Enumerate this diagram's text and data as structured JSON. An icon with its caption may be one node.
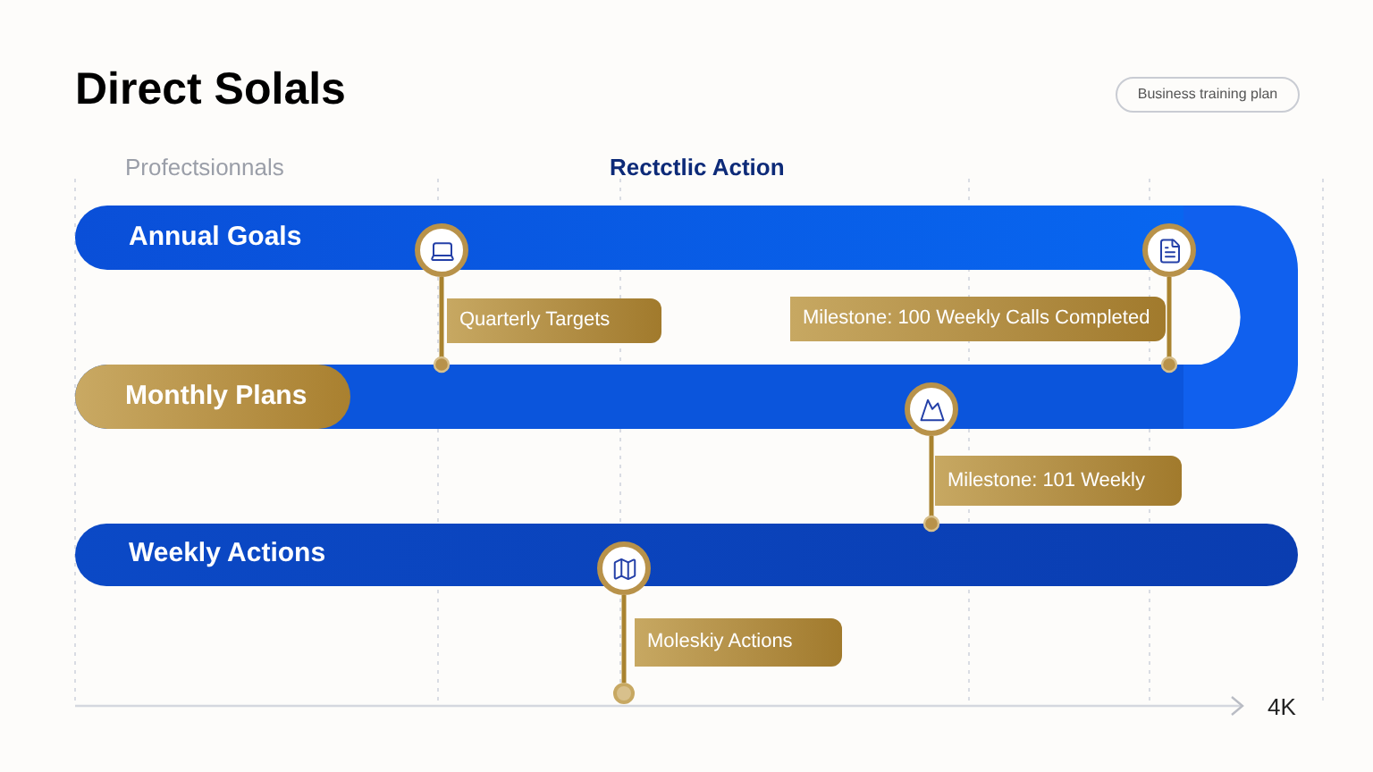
{
  "diagram": {
    "title": "Direct Solals",
    "nodes": [
      {
        "text": [
          "Annual Goals"
        ]
      },
      {
        "text": [
          "Quarterly Targets"
        ]
      },
      {
        "text": [
          "Milestone: 100 Weekly Calls Completed"
        ]
      },
      {
        "text": [
          "Monthly Plans"
        ]
      },
      {
        "text": [
          "Milestone: 101 Weekly"
        ]
      },
      {
        "text": [
          "Weekly Actions"
        ]
      },
      {
        "text": [
          "Moleskiy Actions"
        ]
      },
      {
        "text": [],
        "shape": "bar"
      },
      {
        "text": [],
        "shape": "circle"
      },
      {
        "text": [],
        "shape": "circle"
      },
      {
        "text": [],
        "shape": "circle"
      },
      {
        "text": [],
        "shape": "circle"
      },
      {
        "text": [],
        "shape": "circle"
      }
    ],
    "edges": [
      {
        "from": 8,
        "to": 3,
        "arrow": "other"
      },
      {
        "from": 9,
        "to": 3,
        "arrow": "other"
      },
      {
        "from": 10,
        "to": 5,
        "arrow": "other"
      },
      {
        "from": 11,
        "to": 12,
        "arrow": "none"
      }
    ],
    "labels": [
      "Business training plan",
      "Profectsionnals",
      "Rectctlic Action",
      "4K"
    ]
  }
}
